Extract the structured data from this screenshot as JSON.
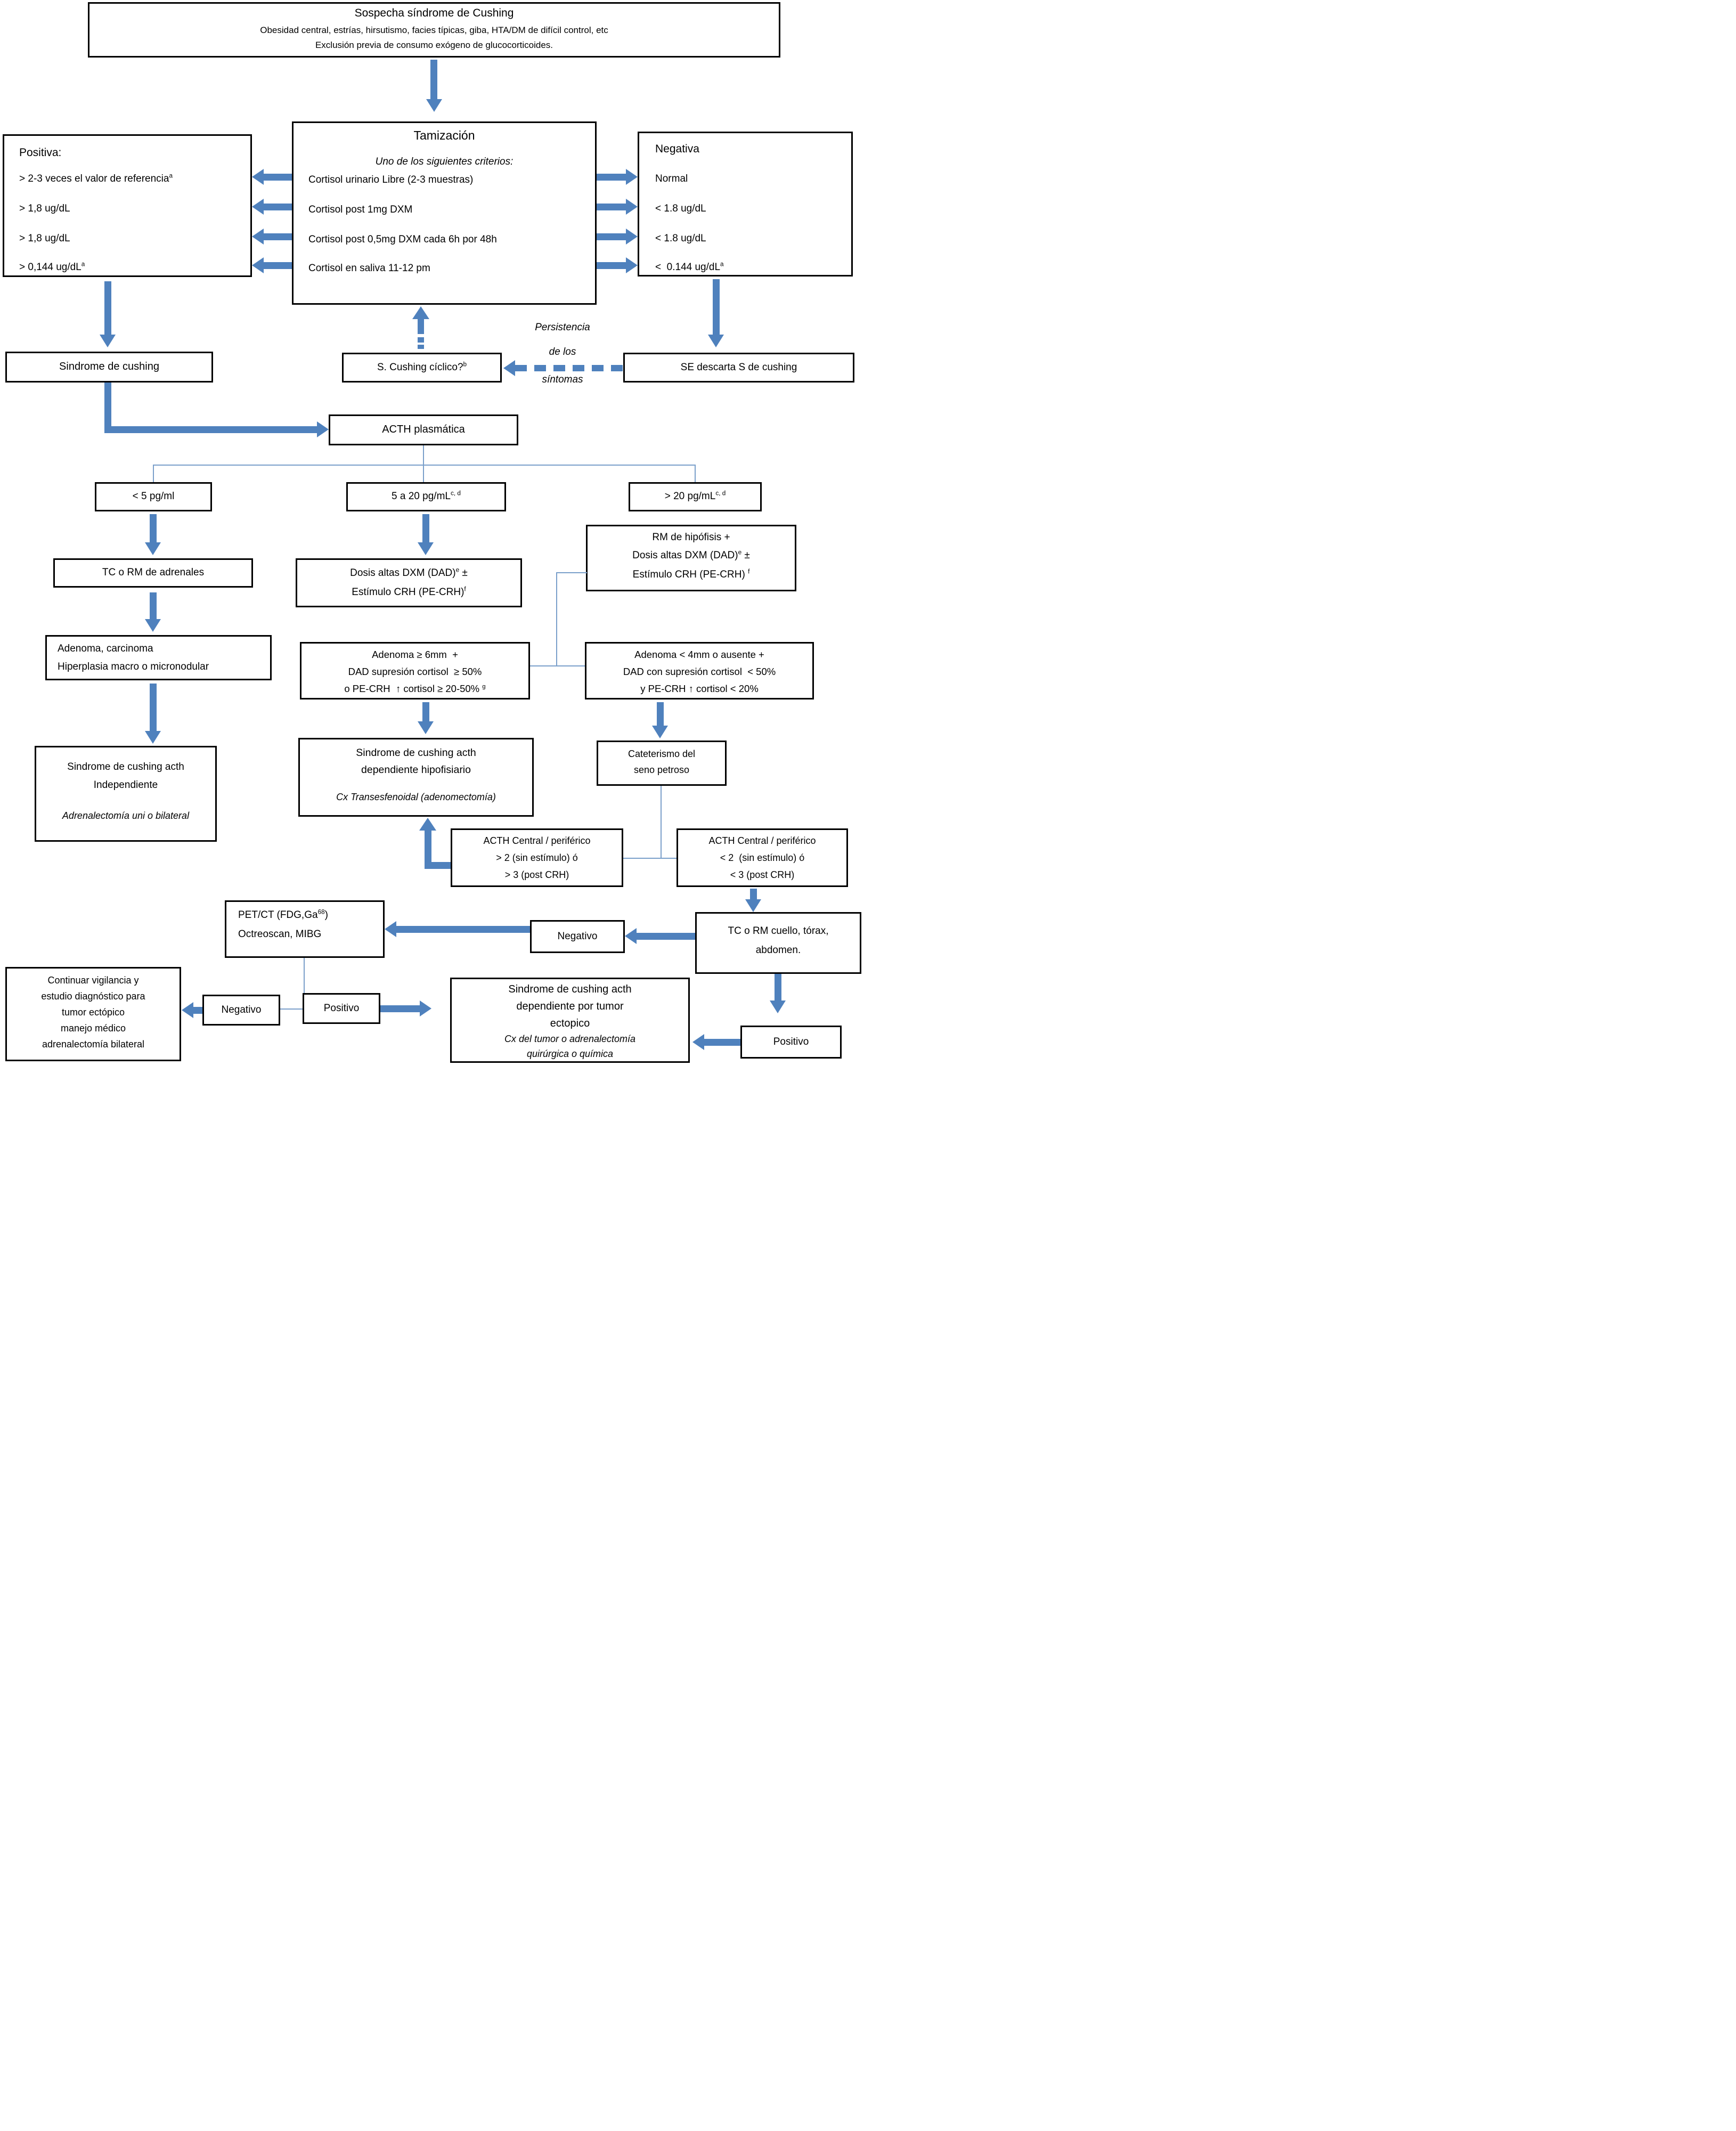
{
  "colors": {
    "arrow": "#4f81bd",
    "connector": "#7a9fca"
  },
  "nodes": {
    "sospecha": {
      "title": "Sospecha síndrome de Cushing",
      "sub1": "Obesidad central, estrías, hirsutismo, facies típicas, giba, HTA/DM de difícil control, etc",
      "sub2": "Exclusión previa de consumo exógeno de glucocorticoides."
    },
    "tamizacion": {
      "title": "Tamización",
      "subtitle": "Uno de los siguientes criterios:",
      "items": [
        "Cortisol urinario Libre (2-3 muestras)",
        "Cortisol post 1mg DXM",
        "Cortisol post 0,5mg DXM cada 6h por 48h",
        "Cortisol en saliva 11-12 pm"
      ]
    },
    "positiva": {
      "title": "Positiva:",
      "items": [
        {
          "pre": "> 2-3 veces el valor de referencia",
          "sup": "a"
        },
        {
          "pre": "> 1,8 ug/dL",
          "sup": ""
        },
        {
          "pre": "> 1,8 ug/dL",
          "sup": ""
        },
        {
          "pre": "> 0,144 ug/dL",
          "sup": "a"
        }
      ]
    },
    "negativa": {
      "title": "Negativa",
      "items": [
        {
          "pre": "Normal",
          "sup": ""
        },
        {
          "pre": "< 1.8 ug/dL",
          "sup": ""
        },
        {
          "pre": "< 1.8 ug/dL",
          "sup": ""
        },
        {
          "pre": "<  0.144 ug/dL",
          "sup": "a"
        }
      ]
    },
    "sindrome": {
      "label": "Sindrome de cushing"
    },
    "ciclico": {
      "pre": "S. Cushing cíclico?",
      "sup": "b"
    },
    "persistencia": {
      "l1": "Persistencia",
      "l2": "de los",
      "l3": "síntomas"
    },
    "descarta": {
      "label": "SE descarta S de cushing"
    },
    "acth": {
      "label": "ACTH plasmática"
    },
    "lt5": {
      "label": "< 5 pg/ml"
    },
    "b520": {
      "pre": "5 a 20 pg/mL",
      "sup": "c, d"
    },
    "gt20": {
      "pre": "> 20 pg/mL",
      "sup": "c, d"
    },
    "tcrm": {
      "label": "TC o RM de adrenales"
    },
    "dad": {
      "l1pre": "Dosis altas DXM (DAD)",
      "l1sup": "e",
      "l1post": " ±",
      "l2pre": "Estímulo CRH (PE-CRH)",
      "l2sup": "f"
    },
    "rmh": {
      "l0": "RM de hipófisis +",
      "l1pre": "Dosis altas DXM (DAD)",
      "l1sup": "e",
      "l1post": " ±",
      "l2pre": "Estímulo CRH (PE-CRH) ",
      "l2sup": "f"
    },
    "adenocarc": {
      "l1": "Adenoma, carcinoma",
      "l2": "Hiperplasia macro o micronodular"
    },
    "aden6": {
      "l1": "Adenoma ≥ 6mm  +",
      "l2": "DAD supresión cortisol  ≥ 50%",
      "l3pre": "o PE-CRH  ↑ cortisol ≥ 20-50% ",
      "l3sup": "g"
    },
    "aden4": {
      "l1": "Adenoma < 4mm o ausente +",
      "l2": "DAD con supresión cortisol  < 50%",
      "l3": "y PE-CRH ↑ cortisol < 20%"
    },
    "indep": {
      "l1": "Sindrome de cushing acth",
      "l2": "Independiente",
      "l3": "Adrenalectomía uni o bilateral"
    },
    "hipo": {
      "l1": "Sindrome de cushing acth",
      "l2": "dependiente hipofisiario",
      "l3": "Cx Transesfenoidal (adenomectomía)"
    },
    "cateterismo": {
      "l1": "Cateterismo del",
      "l2": "seno petroso"
    },
    "acthgt": {
      "l1": "ACTH Central / periférico",
      "l2": "> 2 (sin estímulo) ó",
      "l3": "> 3 (post CRH)"
    },
    "acthlt": {
      "l1": "ACTH Central / periférico",
      "l2": "< 2  (sin estímulo) ó",
      "l3": "< 3 (post CRH)"
    },
    "cuello": {
      "l1": "TC o RM cuello, tórax,",
      "l2": "abdomen."
    },
    "negativo1": {
      "label": "Negativo"
    },
    "petct": {
      "l1pre": "PET/CT (FDG,Ga",
      "l1sup": "68",
      "l1post": ")",
      "l2": "Octreoscan, MIBG"
    },
    "continuar": {
      "l1": "Continuar vigilancia y",
      "l2": "estudio diagnóstico para",
      "l3": "tumor ectópico",
      "l4": "manejo médico",
      "l5": "adrenalectomía bilateral"
    },
    "negativo2": {
      "label": "Negativo"
    },
    "positivo1": {
      "label": "Positivo"
    },
    "ectopico": {
      "l1": "Sindrome de cushing acth",
      "l2": "dependiente por tumor",
      "l3": "ectopico",
      "l4": "Cx del tumor o adrenalectomía",
      "l5": "quirúrgica o química"
    },
    "positivo2": {
      "label": "Positivo"
    }
  }
}
